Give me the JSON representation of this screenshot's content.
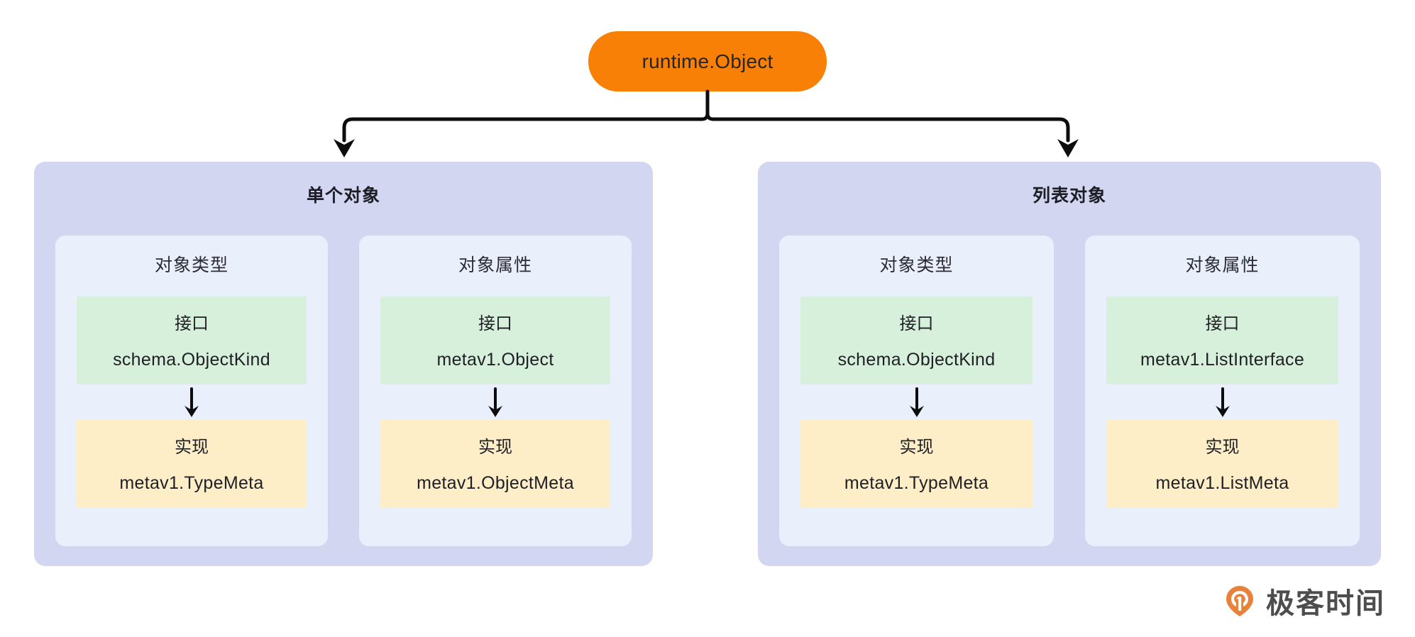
{
  "root": {
    "label": "runtime.Object",
    "color": "#f98006"
  },
  "groups": [
    {
      "title": "单个对象",
      "cards": [
        {
          "title": "对象类型",
          "interface": {
            "kind": "接口",
            "name": "schema.ObjectKind"
          },
          "implementation": {
            "kind": "实现",
            "name": "metav1.TypeMeta"
          }
        },
        {
          "title": "对象属性",
          "interface": {
            "kind": "接口",
            "name": "metav1.Object"
          },
          "implementation": {
            "kind": "实现",
            "name": "metav1.ObjectMeta"
          }
        }
      ]
    },
    {
      "title": "列表对象",
      "cards": [
        {
          "title": "对象类型",
          "interface": {
            "kind": "接口",
            "name": "schema.ObjectKind"
          },
          "implementation": {
            "kind": "实现",
            "name": "metav1.TypeMeta"
          }
        },
        {
          "title": "对象属性",
          "interface": {
            "kind": "接口",
            "name": "metav1.ListInterface"
          },
          "implementation": {
            "kind": "实现",
            "name": "metav1.ListMeta"
          }
        }
      ]
    }
  ],
  "brand": {
    "name": "极客时间",
    "mark_color": "#e8813a"
  },
  "palette": {
    "panel_bg": "#d3d6f1",
    "card_bg": "#eaeffc",
    "interface_bg": "#d7f0dc",
    "implementation_bg": "#fdeec8",
    "connector": "#0d0d0d"
  }
}
